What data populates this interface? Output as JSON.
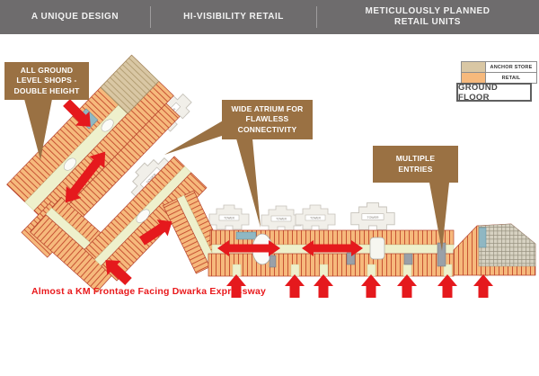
{
  "header": {
    "sections": [
      {
        "label": "A UNIQUE DESIGN"
      },
      {
        "label": "HI-VISIBILITY RETAIL"
      },
      {
        "label": "METICULOUSLY PLANNED RETAIL UNITS"
      }
    ],
    "bg_color": "#6e6c6d"
  },
  "legend": {
    "items": [
      {
        "label": "ANCHOR STORE",
        "color": "#d9c7a4"
      },
      {
        "label": "RETAIL",
        "color": "#f6b97c"
      }
    ],
    "floor_label": "GROUND FLOOR"
  },
  "callouts": {
    "double_height": {
      "text": "ALL GROUND LEVEL SHOPS - DOUBLE HEIGHT"
    },
    "wide_atrium": {
      "text": "WIDE ATRIUM FOR FLAWLESS CONNECTIVITY"
    },
    "multiple_entries": {
      "text": "MULTIPLE ENTRIES"
    }
  },
  "notes": {
    "frontage": "Almost a KM Frontage Facing Dwarka Expressway"
  },
  "plan": {
    "tower_label": "TOWER",
    "entry_arrow_count": 7,
    "colors": {
      "retail": "#f6b97c",
      "anchor_store": "#d9c7a4",
      "corridor": "#eef0cc",
      "arrow_red": "#e5191d",
      "callout_brown": "#9a7143",
      "header_gray": "#6e6c6d"
    }
  }
}
